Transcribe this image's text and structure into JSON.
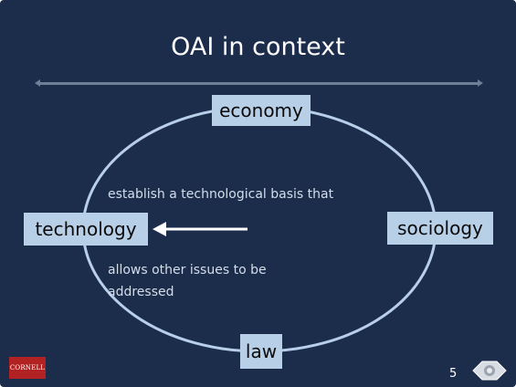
{
  "slide": {
    "title": "OAI in context",
    "nodes": {
      "top": "economy",
      "left": "technology",
      "right": "sociology",
      "bottom": "law"
    },
    "captions": {
      "upper": "establish a technological basis that",
      "lower": "allows other issues to be addressed"
    },
    "page_number": "5",
    "logo_text": "CORNELL"
  },
  "colors": {
    "background": "#1c2c4b",
    "box_fill": "#b8cfe8",
    "ellipse_stroke": "#b8cfe8",
    "arrow": "#ffffff",
    "rule": "#6d7f97",
    "logo": "#b22222"
  },
  "icons": {
    "navigation": "eye-nav-icon",
    "arrow": "left-arrow-icon"
  }
}
